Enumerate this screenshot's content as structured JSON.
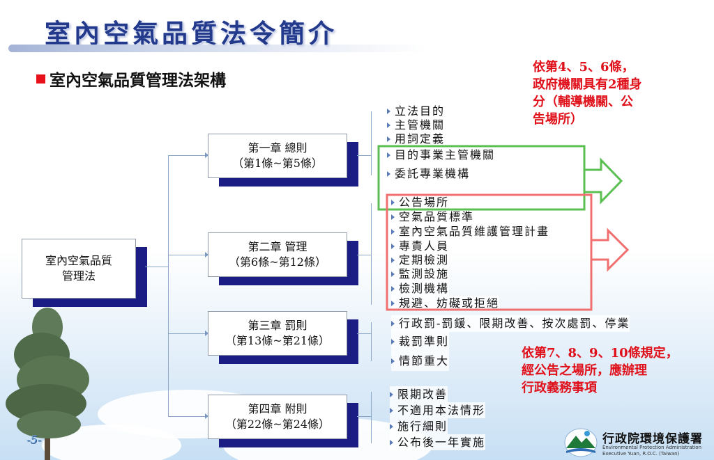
{
  "title": "室內空氣品質法令簡介",
  "subtitle": "室內空氣品質管理法架構",
  "root": {
    "line1": "室內空氣品質",
    "line2": "管理法"
  },
  "chapters": [
    {
      "title": "第一章  總則",
      "range": "（第1條~第5條）"
    },
    {
      "title": "第二章  管理",
      "range": "（第6條~第12條）"
    },
    {
      "title": "第三章  罰則",
      "range": "（第13條~第21條）"
    },
    {
      "title": "第四章  附則",
      "range": "（第22條~第24條）"
    }
  ],
  "chapter1_items": [
    "立法目的",
    "主管機關",
    "用詞定義",
    "目的事業主管機關",
    "委託專業機構"
  ],
  "chapter2_items": [
    "公告場所",
    "空氣品質標準",
    "室內空氣品質維護管理計畫",
    "專責人員",
    "定期檢測",
    "監測設施",
    "檢測機構",
    "規避、妨礙或拒絕"
  ],
  "chapter3_items": [
    "行政罰-罰鍰、限期改善、按次處罰、停業",
    "裁罰準則",
    "情節重大"
  ],
  "chapter4_items": [
    "限期改善",
    "不適用本法情形",
    "施行細則",
    "公布後一年實施"
  ],
  "note_top": [
    "依第4、5、6條，",
    "政府機關具有2種身",
    "分（輔導機關、公",
    "告場所）"
  ],
  "note_bottom": [
    "依第7、8、9、10條規定，",
    "經公告之場所，應辦理",
    "行政義務事項"
  ],
  "page_number": "-5-",
  "logo": {
    "name": "行政院環境保護署",
    "en_line1": "Environmental Protection Administration",
    "en_line2": "Executive Yuan, R.O.C. (Taiwan)"
  },
  "colors": {
    "title": "#233a8c",
    "box_shadow": "#1b1d84",
    "note_text": "#e0101a",
    "green_frame": "#5bbf52",
    "red_frame": "#f07070"
  }
}
